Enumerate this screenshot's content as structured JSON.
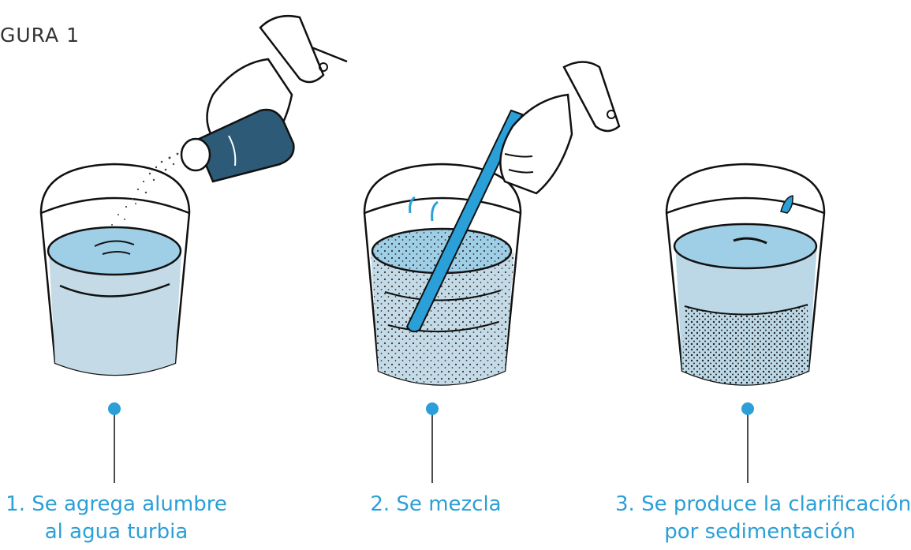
{
  "figure": {
    "label": "GURA 1"
  },
  "colors": {
    "water_light": "#bcd8e6",
    "water_top": "#9fcfe7",
    "accent_blue": "#2a9fd8",
    "bottle": "#2c5a77",
    "caption_text": "#2a9fd8",
    "outline": "#111111"
  },
  "steps": [
    {
      "line1": "1. Se agrega alumbre",
      "line2": "al agua turbia"
    },
    {
      "line1": "2. Se mezcla",
      "line2": ""
    },
    {
      "line1": "3. Se produce la clarificación",
      "line2": "por sedimentación"
    }
  ],
  "icons": [
    "hand-pouring-icon",
    "alum-bottle-icon",
    "hand-stirring-icon",
    "stirring-stick-icon",
    "glass-icon"
  ]
}
